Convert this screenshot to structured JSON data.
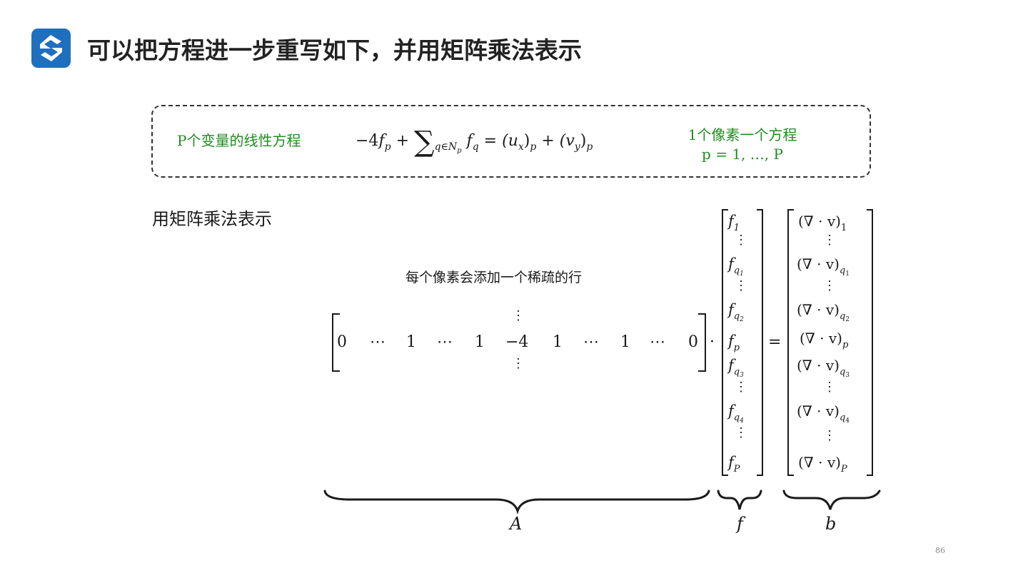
{
  "slide": {
    "title": "可以把方程进一步重写如下，并用矩阵乘法表示",
    "page_number": "86"
  },
  "box": {
    "left_label": "P个变量的线性方程",
    "right_label_line1": "1个像素一个方程",
    "right_label_line2": "p = 1, …, P",
    "equation": {
      "lhs_coef": "−4",
      "f": "f",
      "sub_p": "p",
      "plus": "+",
      "sigma": "∑",
      "sum_sub": "q∈N",
      "sum_sub_p": "p",
      "sub_q": "q",
      "equals": "=",
      "u_term": "(u",
      "u_sub": "x",
      "close": ")",
      "v_term": "(v",
      "v_sub": "y"
    }
  },
  "section_label": "用矩阵乘法表示",
  "row_note": "每个像素会添加一个稀疏的行",
  "matrix_row": [
    "0",
    "⋯",
    "1",
    "⋯",
    "1",
    "−4",
    "1",
    "⋯",
    "1",
    "⋯",
    "0"
  ],
  "vdots": "⋮",
  "dot_op": "·",
  "equals": "=",
  "f_vector": [
    {
      "base": "f",
      "sub": "1",
      "subsub": ""
    },
    {
      "base": "f",
      "sub": "q",
      "subsub": "1"
    },
    {
      "base": "f",
      "sub": "q",
      "subsub": "2"
    },
    {
      "base": "f",
      "sub": "p",
      "subsub": ""
    },
    {
      "base": "f",
      "sub": "q",
      "subsub": "3"
    },
    {
      "base": "f",
      "sub": "q",
      "subsub": "4"
    },
    {
      "base": "f",
      "sub": "P",
      "subsub": ""
    }
  ],
  "b_vector": [
    {
      "body": "(∇ · v)",
      "sub": "1",
      "subsub": ""
    },
    {
      "body": "(∇ · v)",
      "sub": "q",
      "subsub": "1"
    },
    {
      "body": "(∇ · v)",
      "sub": "q",
      "subsub": "2"
    },
    {
      "body": "(∇ · v)",
      "sub": "p",
      "subsub": ""
    },
    {
      "body": "(∇ · v)",
      "sub": "q",
      "subsub": "3"
    },
    {
      "body": "(∇ · v)",
      "sub": "q",
      "subsub": "4"
    },
    {
      "body": "(∇ · v)",
      "sub": "P",
      "subsub": ""
    }
  ],
  "brace_labels": {
    "A": "A",
    "f": "f",
    "b": "b"
  },
  "colors": {
    "accent_blue": "#1f6fbf",
    "green": "#1f8c1f"
  }
}
